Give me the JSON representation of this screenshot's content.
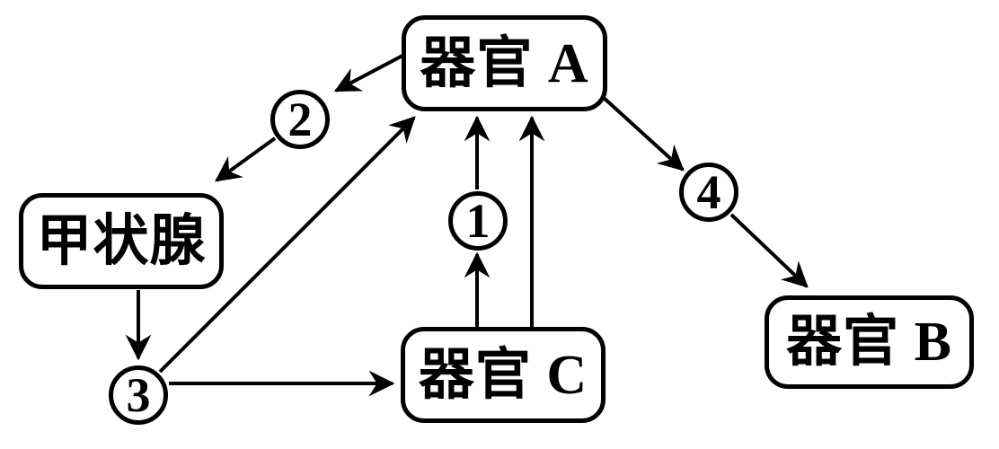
{
  "colors": {
    "ink": "#000000",
    "background": "#ffffff"
  },
  "diagram": {
    "nodes": {
      "organ_a": {
        "label": "器官 A"
      },
      "thyroid": {
        "label": "甲状腺"
      },
      "organ_c": {
        "label": "器官 C"
      },
      "organ_b": {
        "label": "器官 B"
      }
    },
    "badges": {
      "b1": {
        "label": "1"
      },
      "b2": {
        "label": "2"
      },
      "b3": {
        "label": "3"
      },
      "b4": {
        "label": "4"
      }
    },
    "edges": [
      {
        "from": "organ_a",
        "to": "badge_2"
      },
      {
        "from": "badge_2",
        "to": "thyroid"
      },
      {
        "from": "thyroid",
        "to": "badge_3"
      },
      {
        "from": "badge_3",
        "to": "organ_a"
      },
      {
        "from": "badge_3",
        "to": "organ_c"
      },
      {
        "from": "organ_c",
        "to": "badge_1"
      },
      {
        "from": "badge_1",
        "to": "organ_a"
      },
      {
        "from": "organ_c",
        "to": "organ_a"
      },
      {
        "from": "organ_a",
        "to": "badge_4"
      },
      {
        "from": "badge_4",
        "to": "organ_b"
      }
    ]
  }
}
